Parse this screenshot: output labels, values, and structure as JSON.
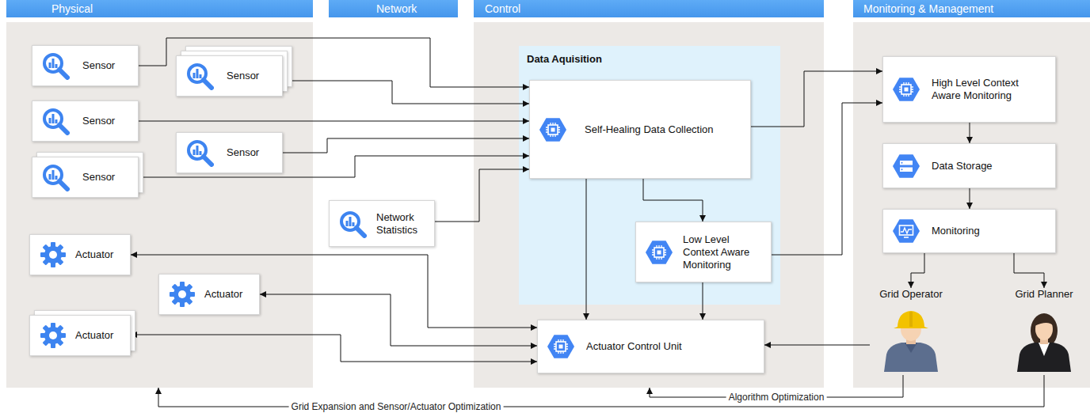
{
  "diagram": {
    "nodes": [
      {
        "text": [
          "Physical"
        ]
      },
      {
        "text": [
          "Sensor"
        ],
        "in": 0
      },
      {
        "text": [
          "Sensor"
        ],
        "in": 0
      },
      {
        "text": [
          "Sensor"
        ],
        "in": 0
      },
      {
        "text": [
          "Sensor"
        ],
        "in": 0
      },
      {
        "text": [
          "Sensor"
        ],
        "in": 0
      },
      {
        "text": [
          "Actuator"
        ],
        "in": 0
      },
      {
        "text": [
          "Actuator"
        ],
        "in": 0
      },
      {
        "text": [
          "Actuator"
        ],
        "in": 0
      },
      {
        "text": [
          "Network"
        ]
      },
      {
        "text": [
          "Network Statistics"
        ],
        "in": 9
      },
      {
        "text": [
          "Control"
        ]
      },
      {
        "text": [
          "Data Aquisition"
        ],
        "in": 11
      },
      {
        "text": [
          "Self-Healing Data Collection"
        ],
        "in": 12
      },
      {
        "text": [
          "Low Level Context Aware Monitoring"
        ],
        "in": 12
      },
      {
        "text": [
          "Actuator Control Unit"
        ],
        "in": 11
      },
      {
        "text": [
          "Monitoring & Management"
        ]
      },
      {
        "text": [
          "High Level Context Aware Monitoring"
        ],
        "in": 16
      },
      {
        "text": [
          "Data Storage"
        ],
        "in": 16
      },
      {
        "text": [
          "Monitoring"
        ],
        "in": 16
      },
      {
        "text": [
          "Grid Operator"
        ],
        "in": 16
      },
      {
        "text": [
          "Grid Planner"
        ],
        "in": 16
      }
    ],
    "edges": [
      {
        "from": 1,
        "to": 13,
        "arrow": "to"
      },
      {
        "from": 2,
        "to": 13,
        "arrow": "to"
      },
      {
        "from": 3,
        "to": 13,
        "arrow": "to"
      },
      {
        "from": 4,
        "to": 13,
        "arrow": "to"
      },
      {
        "from": 5,
        "to": 13,
        "arrow": "to"
      },
      {
        "from": 10,
        "to": 13,
        "arrow": "to"
      },
      {
        "from": 13,
        "to": 17,
        "arrow": "to"
      },
      {
        "from": 13,
        "to": 14,
        "arrow": "to"
      },
      {
        "from": 13,
        "to": 15,
        "arrow": "to"
      },
      {
        "from": 14,
        "to": 17,
        "arrow": "to"
      },
      {
        "from": 14,
        "to": 15,
        "arrow": "to"
      },
      {
        "from": 17,
        "to": 18,
        "arrow": "to"
      },
      {
        "from": 18,
        "to": 19,
        "arrow": "to"
      },
      {
        "from": 19,
        "to": 20,
        "arrow": "to"
      },
      {
        "from": 19,
        "to": 21,
        "arrow": "to"
      },
      {
        "from": 15,
        "to": 6,
        "arrow": "both"
      },
      {
        "from": 15,
        "to": 7,
        "arrow": "both"
      },
      {
        "from": 15,
        "to": 8,
        "arrow": "both"
      },
      {
        "from": 20,
        "to": 15,
        "arrow": "to"
      },
      {
        "from": 20,
        "to": 11,
        "label": "Algorithm Optimization",
        "arrow": "to"
      },
      {
        "from": 21,
        "to": 0,
        "label": "Grid Expansion and Sensor/Actuator Optimization",
        "arrow": "to"
      }
    ]
  }
}
